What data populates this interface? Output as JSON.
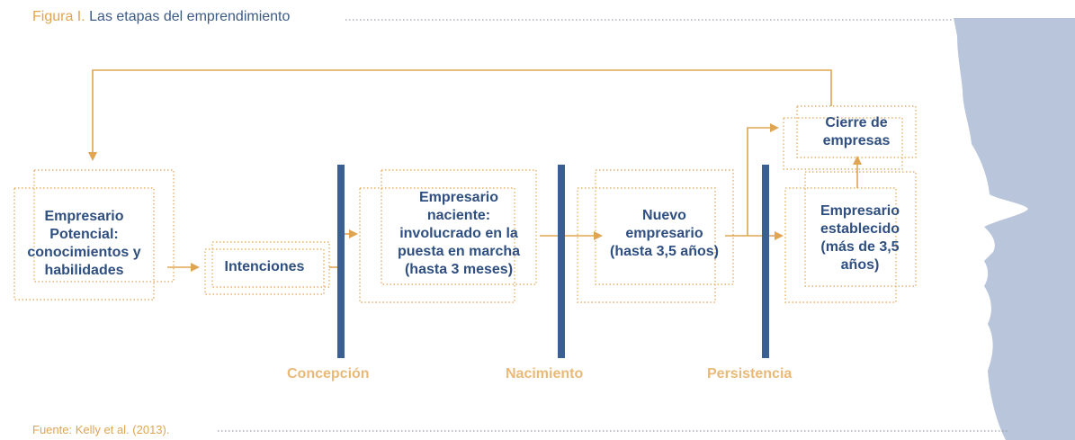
{
  "figure": {
    "label": "Figura I.",
    "title": "Las etapas del emprendimiento",
    "source": "Fuente: Kelly et al. (2013)."
  },
  "boxes": {
    "potencial": {
      "lines": [
        "Empresario",
        "Potencial:",
        "conocimientos y",
        "habilidades"
      ]
    },
    "intenciones": {
      "lines": [
        "Intenciones"
      ]
    },
    "naciente": {
      "lines": [
        "Empresario",
        "naciente:",
        "involucrado en la",
        "puesta en marcha",
        "(hasta 3 meses)"
      ]
    },
    "nuevo": {
      "lines": [
        "Nuevo",
        "empresario",
        "(hasta 3,5 años)"
      ]
    },
    "establecido": {
      "lines": [
        "Empresario",
        "establecido",
        "(más de 3,5",
        "años)"
      ]
    },
    "cierre": {
      "lines": [
        "Cierre de",
        "empresas"
      ]
    }
  },
  "stages": {
    "concepcion": "Concepción",
    "nacimiento": "Nacimiento",
    "persistencia": "Persistencia"
  },
  "colors": {
    "orange": "#e0a552",
    "stage_label": "#e9b978",
    "blue_text": "#2f4f80",
    "blue_bar": "#3a5f92",
    "silhouette": "#b9c5db",
    "dotted": "#9aa0aa"
  }
}
